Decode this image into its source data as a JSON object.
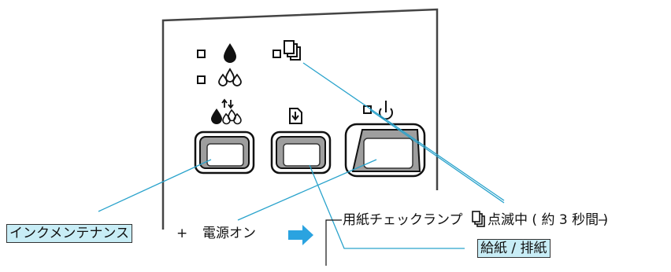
{
  "labels": {
    "ink_maintenance": "インクメンテナンス",
    "plus": "+",
    "power_on": "電源オン",
    "paper_check_lamp_prefix": "用紙チェックランプ",
    "paper_check_lamp_suffix": "点滅中 ( 約 3 秒間 )",
    "feed_eject": "給紙 / 排紙"
  },
  "icons": {
    "ink_drop": "ink-drop-icon",
    "color_ink": "color-ink-icon",
    "paper_stack": "paper-stack-icon",
    "ink_exchange": "ink-exchange-icon",
    "paper_feed": "paper-feed-icon",
    "power": "power-icon"
  },
  "colors": {
    "highlight": "#c8edf6",
    "leader_line": "#2aa3cc",
    "arrow": "#2aa3e0"
  }
}
